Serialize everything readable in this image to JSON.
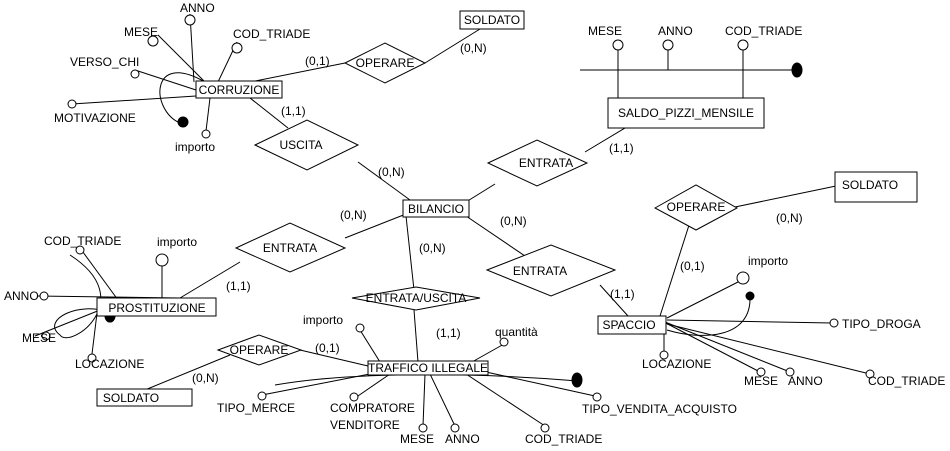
{
  "entities": {
    "corruzione": "CORRUZIONE",
    "soldato_top": "SOLDATO",
    "saldo": "SALDO_PIZZI_MENSILE",
    "bilancio": "BILANCIO",
    "soldato_right": "SOLDATO",
    "prostituzione": "PROSTITUZIONE",
    "spaccio": "SPACCIO",
    "traffico": "TRAFFICO ILLEGALE",
    "soldato_bottom": "SOLDATO"
  },
  "relationships": {
    "operare_top": "OPERARE",
    "uscita": "USCITA",
    "entrata_saldo": "ENTRATA",
    "operare_right": "OPERARE",
    "entrata_prost": "ENTRATA",
    "entrata_spaccio": "ENTRATA",
    "entrata_uscita": "ENTRATA/USCITA",
    "operare_bottom": "OPERARE"
  },
  "attributes": {
    "corr_anno": "ANNO",
    "corr_mese": "MESE",
    "corr_cod_triade": "COD_TRIADE",
    "corr_verso_chi": "VERSO_CHI",
    "corr_motivazione": "MOTIVAZIONE",
    "corr_importo": "importo",
    "saldo_mese": "MESE",
    "saldo_anno": "ANNO",
    "saldo_cod_triade": "COD_TRIADE",
    "prost_cod_triade": "COD_TRIADE",
    "prost_importo": "importo",
    "prost_anno": "ANNO",
    "prost_mese": "MESE",
    "prost_locazione": "LOCAZIONE",
    "spac_importo": "importo",
    "spac_tipo_droga": "TIPO_DROGA",
    "spac_locazione": "LOCAZIONE",
    "spac_mese": "MESE",
    "spac_anno": "ANNO",
    "spac_cod_triade": "COD_TRIADE",
    "traf_importo": "importo",
    "traf_quantita": "quantità",
    "traf_tipo_merce": "TIPO_MERCE",
    "traf_compratore": "COMPRATORE",
    "traf_venditore": "VENDITORE",
    "traf_mese": "MESE",
    "traf_anno": "ANNO",
    "traf_cod_triade": "COD_TRIADE",
    "traf_tipo_vendita": "TIPO_VENDITA_ACQUISTO"
  },
  "cardinalities": {
    "corr_operare": "(0,1)",
    "soldato_operare_top": "(0,N)",
    "corr_uscita": "(1,1)",
    "bilancio_uscita": "(0,N)",
    "saldo_entrata": "(1,1)",
    "bilancio_entrata_prost": "(0,N)",
    "bilancio_entrata_uscita": "(0,N)",
    "bilancio_entrata_spaccio": "(0,N)",
    "prost_entrata": "(1,1)",
    "soldato_operare_right": "(0,N)",
    "spaccio_operare": "(0,1)",
    "spaccio_entrata": "(1,1)",
    "traffico_entrata_uscita": "(1,1)",
    "traffico_operare": "(0,1)",
    "soldato_operare_bottom": "(0,N)"
  }
}
